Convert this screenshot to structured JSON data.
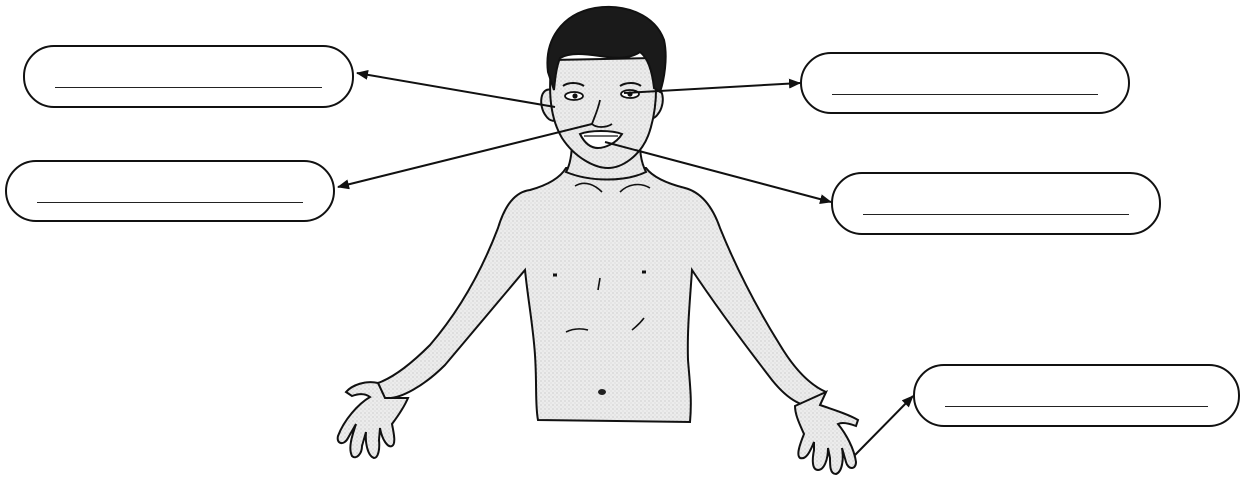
{
  "diagram": {
    "subject": "boy-upper-body",
    "answer_boxes": [
      {
        "id": "ear",
        "value": ""
      },
      {
        "id": "eye",
        "value": ""
      },
      {
        "id": "nose",
        "value": ""
      },
      {
        "id": "mouth",
        "value": ""
      },
      {
        "id": "hand",
        "value": ""
      }
    ],
    "colors": {
      "ink": "#111111",
      "skin_shade": "#e6e6e6",
      "hair": "#1a1a1a",
      "paper": "#ffffff"
    }
  }
}
